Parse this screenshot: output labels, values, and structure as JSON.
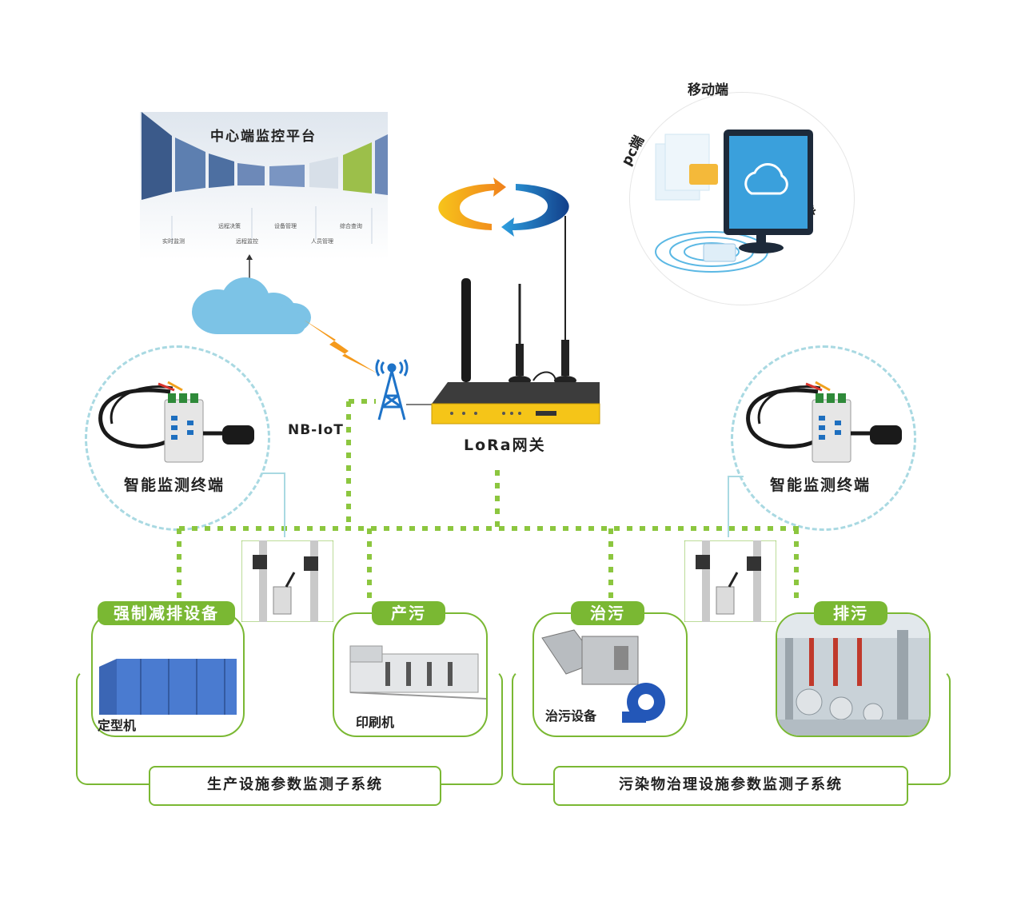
{
  "platform": {
    "title": "中心端监控平台",
    "menu": [
      "实时监测",
      "远程决策",
      "远程监控",
      "设备管理",
      "人员管理",
      "综合查询"
    ]
  },
  "apps": {
    "mobile": "移动端",
    "pc": "pc端",
    "onsite": "现场应用软件"
  },
  "network": {
    "nbiot": "NB-IoT",
    "gateway": "LoRa网关"
  },
  "terminal": {
    "left": "智能监测终端",
    "right": "智能监测终端"
  },
  "cards": {
    "force": {
      "tag": "强制减排设备",
      "caption": "定型机"
    },
    "produce": {
      "tag": "产污",
      "caption": "印刷机"
    },
    "treat": {
      "tag": "治污",
      "caption": "治污设备"
    },
    "discharge": {
      "tag": "排污",
      "caption": ""
    }
  },
  "subsystems": {
    "left": "生产设施参数监测子系统",
    "right": "污染物治理设施参数监测子系统"
  },
  "colors": {
    "green": "#7ab833",
    "dashed_green": "#8cc63f",
    "light_blue": "#a9d9e2",
    "gateway_yellow": "#f5c518",
    "arrow_blue": "#1e64b4",
    "arrow_orange": "#f08a1c"
  }
}
